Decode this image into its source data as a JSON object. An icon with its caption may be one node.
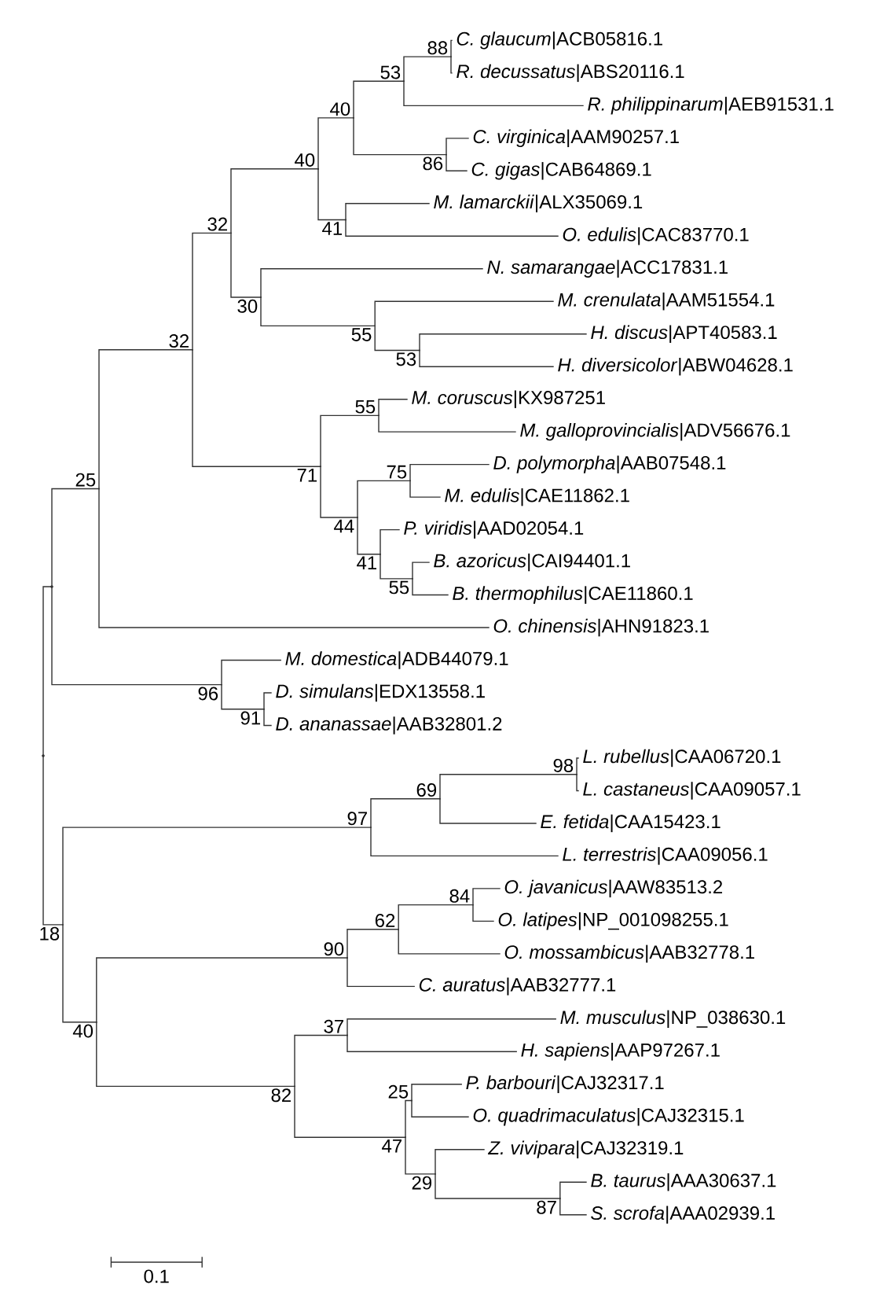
{
  "diagram": {
    "nodes": [
      {
        "text": [
          "*C. glaucum*|ACB05816.1"
        ]
      },
      {
        "text": [
          "*R. decussatus*|ABS20116.1"
        ]
      },
      {
        "text": [
          "*R. philippinarum*|AEB91531.1"
        ]
      },
      {
        "text": [
          "*C. virginica*|AAM90257.1"
        ]
      },
      {
        "text": [
          "*C. gigas*|CAB64869.1"
        ]
      },
      {
        "text": [
          "*M. lamarckii*|ALX35069.1"
        ]
      },
      {
        "text": [
          "*O. edulis*|CAC83770.1"
        ]
      },
      {
        "text": [
          "*N. samarangae*|ACC17831.1"
        ]
      },
      {
        "text": [
          "*M. crenulata*|AAM51554.1"
        ]
      },
      {
        "text": [
          "*H. discus*|APT40583.1"
        ]
      },
      {
        "text": [
          "*H. diversicolor*|ABW04628.1"
        ]
      },
      {
        "text": [
          "*M. coruscus*|KX987251"
        ]
      },
      {
        "text": [
          "*M. galloprovincialis*|ADV56676.1"
        ]
      },
      {
        "text": [
          "*D. polymorpha*|AAB07548.1"
        ]
      },
      {
        "text": [
          "*M. edulis*|CAE11862.1"
        ]
      },
      {
        "text": [
          "*P. viridis*|AAD02054.1"
        ]
      },
      {
        "text": [
          "*B. azoricus*|CAI94401.1"
        ]
      },
      {
        "text": [
          "*B. thermophilus*|CAE11860.1"
        ]
      },
      {
        "text": [
          "*O. chinensis*|AHN91823.1"
        ]
      },
      {
        "text": [
          "*M. domestica*|ADB44079.1"
        ]
      },
      {
        "text": [
          "*D. simulans*|EDX13558.1"
        ]
      },
      {
        "text": [
          "*D. ananassae*|AAB32801.2"
        ]
      },
      {
        "text": [
          "*L. rubellus*|CAA06720.1"
        ]
      },
      {
        "text": [
          "*L. castaneus*|CAA09057.1"
        ]
      },
      {
        "text": [
          "*E. fetida*|CAA15423.1"
        ]
      },
      {
        "text": [
          "*L. terrestris*|CAA09056.1"
        ]
      },
      {
        "text": [
          "*O. javanicus*|AAW83513.2"
        ]
      },
      {
        "text": [
          "*O. latipes*|NP_001098255.1"
        ]
      },
      {
        "text": [
          "*O. mossambicus*|AAB32778.1"
        ]
      },
      {
        "text": [
          "*C. auratus*|AAB32777.1"
        ]
      },
      {
        "text": [
          "*M. musculus*|NP_038630.1"
        ]
      },
      {
        "text": [
          "*H. sapiens*|AAP97267.1"
        ]
      },
      {
        "text": [
          "*P. barbouri*|CAJ32317.1"
        ]
      },
      {
        "text": [
          "*O. quadrimaculatus*|CAJ32315.1"
        ]
      },
      {
        "text": [
          "*Z. vivipara*|CAJ32319.1"
        ]
      },
      {
        "text": [
          "*B. taurus*|AAA30637.1"
        ]
      },
      {
        "text": [
          "*S. scrofa*|AAA02939.1"
        ]
      },
      {
        "text": [],
        "shape": "point"
      },
      {
        "text": [],
        "shape": "point"
      },
      {
        "text": [
          "25"
        ]
      },
      {
        "text": [
          "32"
        ]
      },
      {
        "text": [
          "32"
        ]
      },
      {
        "text": [
          "40"
        ]
      },
      {
        "text": [
          "40"
        ]
      },
      {
        "text": [
          "53"
        ]
      },
      {
        "text": [
          "88"
        ]
      },
      {
        "text": [
          "86"
        ]
      },
      {
        "text": [
          "41"
        ]
      },
      {
        "text": [
          "30"
        ]
      },
      {
        "text": [
          "55"
        ]
      },
      {
        "text": [
          "53"
        ]
      },
      {
        "text": [
          "71"
        ]
      },
      {
        "text": [
          "55"
        ]
      },
      {
        "text": [
          "44"
        ]
      },
      {
        "text": [
          "75"
        ]
      },
      {
        "text": [
          "41"
        ]
      },
      {
        "text": [
          "55"
        ]
      },
      {
        "text": [
          "96"
        ]
      },
      {
        "text": [
          "91"
        ]
      },
      {
        "text": [
          "18"
        ]
      },
      {
        "text": [
          "97"
        ]
      },
      {
        "text": [
          "69"
        ]
      },
      {
        "text": [
          "98"
        ]
      },
      {
        "text": [
          "40"
        ]
      },
      {
        "text": [
          "90"
        ]
      },
      {
        "text": [
          "62"
        ]
      },
      {
        "text": [
          "84"
        ]
      },
      {
        "text": [
          "82"
        ]
      },
      {
        "text": [
          "37"
        ]
      },
      {
        "text": [
          "47"
        ]
      },
      {
        "text": [
          "25"
        ]
      },
      {
        "text": [
          "29"
        ]
      },
      {
        "text": [
          "87"
        ]
      }
    ],
    "edges": [
      {
        "from": 37,
        "to": 38,
        "arrow": "none"
      },
      {
        "from": 37,
        "to": 59,
        "arrow": "none"
      },
      {
        "from": 38,
        "to": 39,
        "arrow": "none"
      },
      {
        "from": 38,
        "to": 57,
        "arrow": "none"
      },
      {
        "from": 39,
        "to": 40,
        "arrow": "none"
      },
      {
        "from": 39,
        "to": 18,
        "arrow": "none"
      },
      {
        "from": 40,
        "to": 41,
        "arrow": "none"
      },
      {
        "from": 40,
        "to": 51,
        "arrow": "none"
      },
      {
        "from": 41,
        "to": 42,
        "arrow": "none"
      },
      {
        "from": 41,
        "to": 48,
        "arrow": "none"
      },
      {
        "from": 42,
        "to": 43,
        "arrow": "none"
      },
      {
        "from": 42,
        "to": 47,
        "arrow": "none"
      },
      {
        "from": 43,
        "to": 44,
        "arrow": "none"
      },
      {
        "from": 43,
        "to": 46,
        "arrow": "none"
      },
      {
        "from": 44,
        "to": 45,
        "arrow": "none"
      },
      {
        "from": 44,
        "to": 2,
        "arrow": "none"
      },
      {
        "from": 45,
        "to": 0,
        "arrow": "none"
      },
      {
        "from": 45,
        "to": 1,
        "arrow": "none"
      },
      {
        "from": 46,
        "to": 3,
        "arrow": "none"
      },
      {
        "from": 46,
        "to": 4,
        "arrow": "none"
      },
      {
        "from": 47,
        "to": 5,
        "arrow": "none"
      },
      {
        "from": 47,
        "to": 6,
        "arrow": "none"
      },
      {
        "from": 48,
        "to": 7,
        "arrow": "none"
      },
      {
        "from": 48,
        "to": 49,
        "arrow": "none"
      },
      {
        "from": 49,
        "to": 8,
        "arrow": "none"
      },
      {
        "from": 49,
        "to": 50,
        "arrow": "none"
      },
      {
        "from": 50,
        "to": 9,
        "arrow": "none"
      },
      {
        "from": 50,
        "to": 10,
        "arrow": "none"
      },
      {
        "from": 51,
        "to": 52,
        "arrow": "none"
      },
      {
        "from": 51,
        "to": 53,
        "arrow": "none"
      },
      {
        "from": 52,
        "to": 11,
        "arrow": "none"
      },
      {
        "from": 52,
        "to": 12,
        "arrow": "none"
      },
      {
        "from": 53,
        "to": 54,
        "arrow": "none"
      },
      {
        "from": 53,
        "to": 55,
        "arrow": "none"
      },
      {
        "from": 54,
        "to": 13,
        "arrow": "none"
      },
      {
        "from": 54,
        "to": 14,
        "arrow": "none"
      },
      {
        "from": 55,
        "to": 15,
        "arrow": "none"
      },
      {
        "from": 55,
        "to": 56,
        "arrow": "none"
      },
      {
        "from": 56,
        "to": 16,
        "arrow": "none"
      },
      {
        "from": 56,
        "to": 17,
        "arrow": "none"
      },
      {
        "from": 57,
        "to": 19,
        "arrow": "none"
      },
      {
        "from": 57,
        "to": 58,
        "arrow": "none"
      },
      {
        "from": 58,
        "to": 20,
        "arrow": "none"
      },
      {
        "from": 58,
        "to": 21,
        "arrow": "none"
      },
      {
        "from": 59,
        "to": 60,
        "arrow": "none"
      },
      {
        "from": 59,
        "to": 63,
        "arrow": "none"
      },
      {
        "from": 60,
        "to": 61,
        "arrow": "none"
      },
      {
        "from": 60,
        "to": 25,
        "arrow": "none"
      },
      {
        "from": 61,
        "to": 62,
        "arrow": "none"
      },
      {
        "from": 61,
        "to": 24,
        "arrow": "none"
      },
      {
        "from": 62,
        "to": 22,
        "arrow": "none"
      },
      {
        "from": 62,
        "to": 23,
        "arrow": "none"
      },
      {
        "from": 63,
        "to": 64,
        "arrow": "none"
      },
      {
        "from": 63,
        "to": 67,
        "arrow": "none"
      },
      {
        "from": 64,
        "to": 65,
        "arrow": "none"
      },
      {
        "from": 64,
        "to": 29,
        "arrow": "none"
      },
      {
        "from": 65,
        "to": 66,
        "arrow": "none"
      },
      {
        "from": 65,
        "to": 28,
        "arrow": "none"
      },
      {
        "from": 66,
        "to": 26,
        "arrow": "none"
      },
      {
        "from": 66,
        "to": 27,
        "arrow": "none"
      },
      {
        "from": 67,
        "to": 68,
        "arrow": "none"
      },
      {
        "from": 67,
        "to": 69,
        "arrow": "none"
      },
      {
        "from": 68,
        "to": 30,
        "arrow": "none"
      },
      {
        "from": 68,
        "to": 31,
        "arrow": "none"
      },
      {
        "from": 69,
        "to": 70,
        "arrow": "none"
      },
      {
        "from": 69,
        "to": 71,
        "arrow": "none"
      },
      {
        "from": 70,
        "to": 32,
        "arrow": "none"
      },
      {
        "from": 70,
        "to": 33,
        "arrow": "none"
      },
      {
        "from": 71,
        "to": 34,
        "arrow": "none"
      },
      {
        "from": 71,
        "to": 72,
        "arrow": "none"
      },
      {
        "from": 72,
        "to": 35,
        "arrow": "none"
      },
      {
        "from": 72,
        "to": 36,
        "arrow": "none"
      }
    ],
    "labels": [
      "0.1"
    ]
  }
}
